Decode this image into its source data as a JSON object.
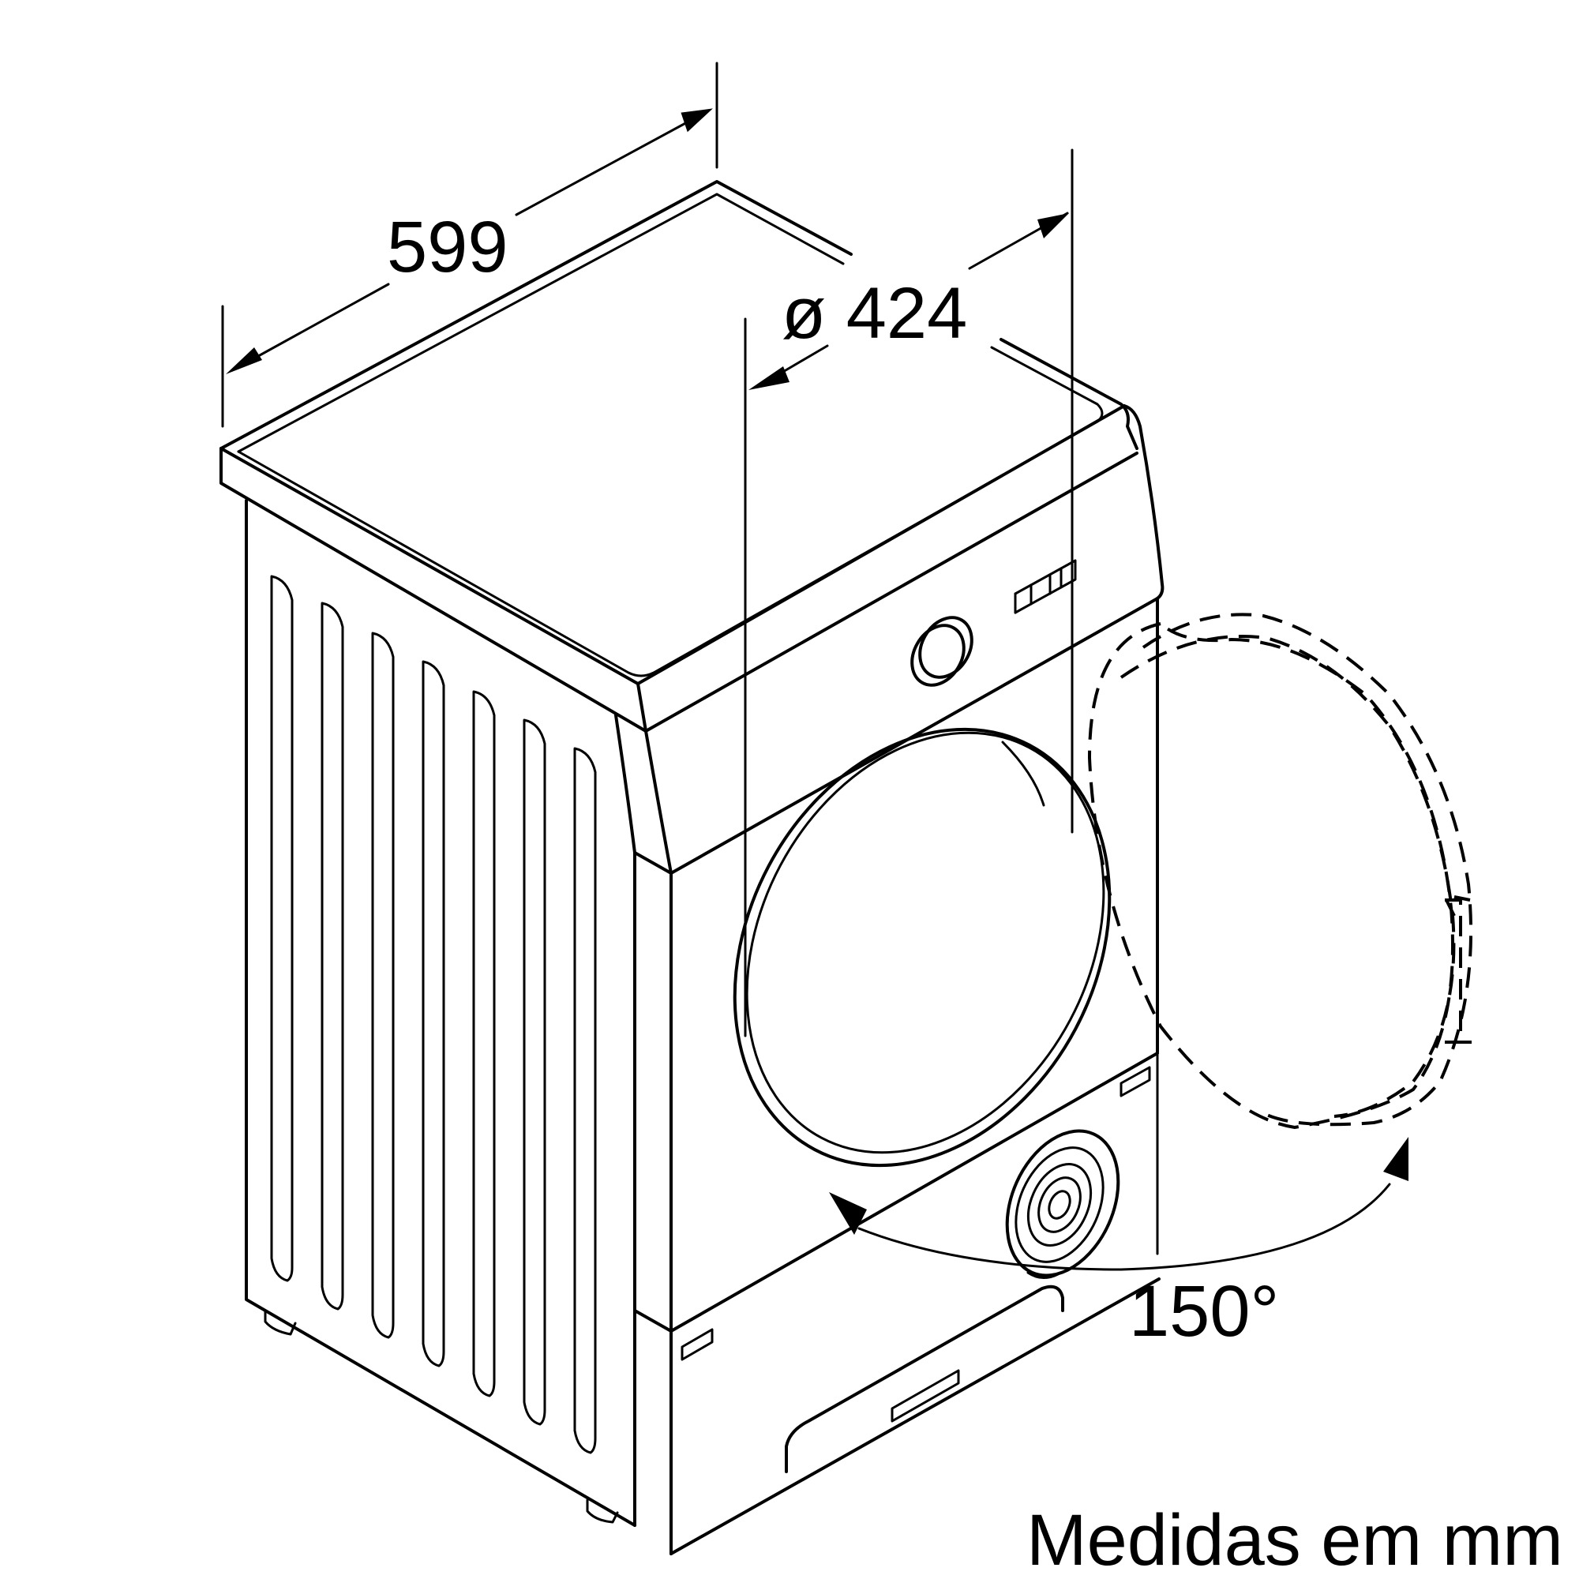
{
  "dimensions": {
    "width_label": "599",
    "depth_label": "ø 424",
    "door_angle_label": "150°"
  },
  "footer": {
    "units_note": "Medidas em mm"
  }
}
